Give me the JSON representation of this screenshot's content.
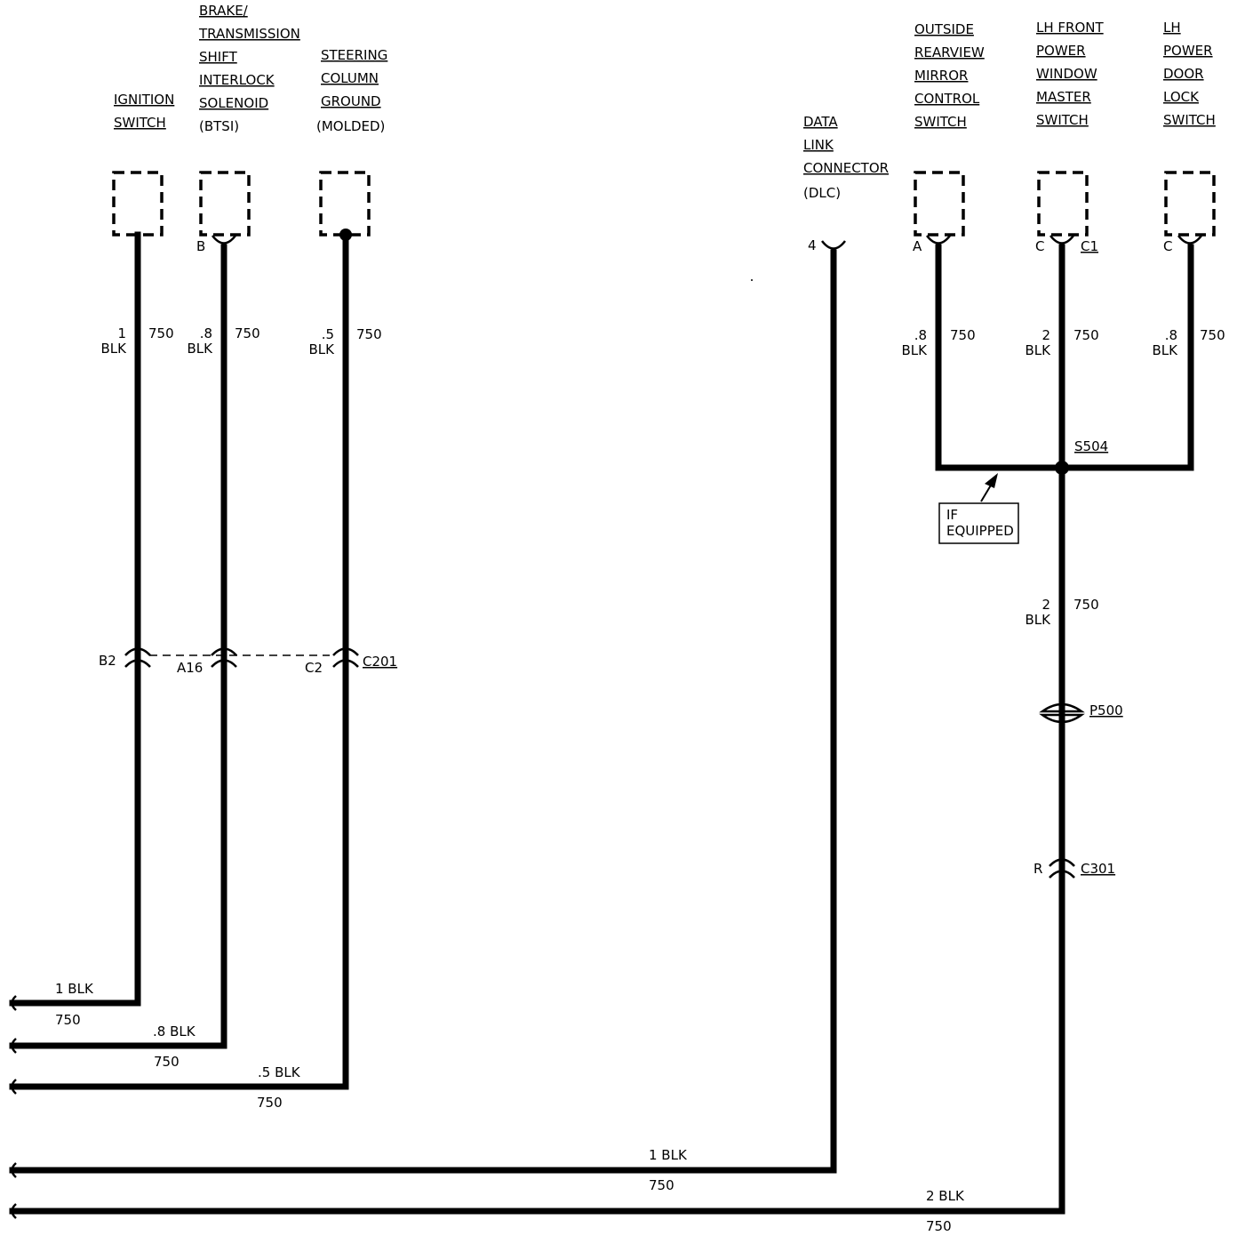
{
  "components": {
    "ignition_switch": [
      "IGNITION",
      "SWITCH"
    ],
    "btsi": [
      "BRAKE/",
      "TRANSMISSION",
      "SHIFT",
      "INTERLOCK",
      "SOLENOID",
      "(BTSI)"
    ],
    "steering_column_ground": [
      "STEERING",
      "COLUMN",
      "GROUND",
      "(MOLDED)"
    ],
    "dlc": [
      "DATA",
      "LINK",
      "CONNECTOR",
      "(DLC)"
    ],
    "mirror_switch": [
      "OUTSIDE",
      "REARVIEW",
      "MIRROR",
      "CONTROL",
      "SWITCH"
    ],
    "window_switch": [
      "LH FRONT",
      "POWER",
      "WINDOW",
      "MASTER",
      "SWITCH"
    ],
    "door_lock_switch": [
      "LH",
      "POWER",
      "DOOR",
      "LOCK",
      "SWITCH"
    ]
  },
  "pins": {
    "btsi": "B",
    "dlc": "4",
    "mirror": "A",
    "window": "C",
    "window_conn": "C1",
    "door_lock": "C"
  },
  "wires": {
    "ign": {
      "size": "1",
      "color": "BLK",
      "circuit": "750"
    },
    "btsi": {
      "size": ".8",
      "color": "BLK",
      "circuit": "750"
    },
    "steer": {
      "size": ".5",
      "color": "BLK",
      "circuit": "750"
    },
    "mirror": {
      "size": ".8",
      "color": "BLK",
      "circuit": "750"
    },
    "window": {
      "size": "2",
      "color": "BLK",
      "circuit": "750"
    },
    "door": {
      "size": ".8",
      "color": "BLK",
      "circuit": "750"
    },
    "trunk": {
      "size": "2",
      "color": "BLK",
      "circuit": "750"
    }
  },
  "splice": "S504",
  "note": [
    "IF",
    "EQUIPPED"
  ],
  "c201": {
    "name": "C201",
    "pins": [
      "B2",
      "A16",
      "C2"
    ]
  },
  "p500": "P500",
  "c301": {
    "name": "C301",
    "pin": "R"
  },
  "bottom_wires": [
    {
      "top": "1 BLK",
      "bottom": "750"
    },
    {
      "top": ".8 BLK",
      "bottom": "750"
    },
    {
      "top": ".5 BLK",
      "bottom": "750"
    },
    {
      "top": "1 BLK",
      "bottom": "750"
    },
    {
      "top": "2 BLK",
      "bottom": "750"
    }
  ]
}
